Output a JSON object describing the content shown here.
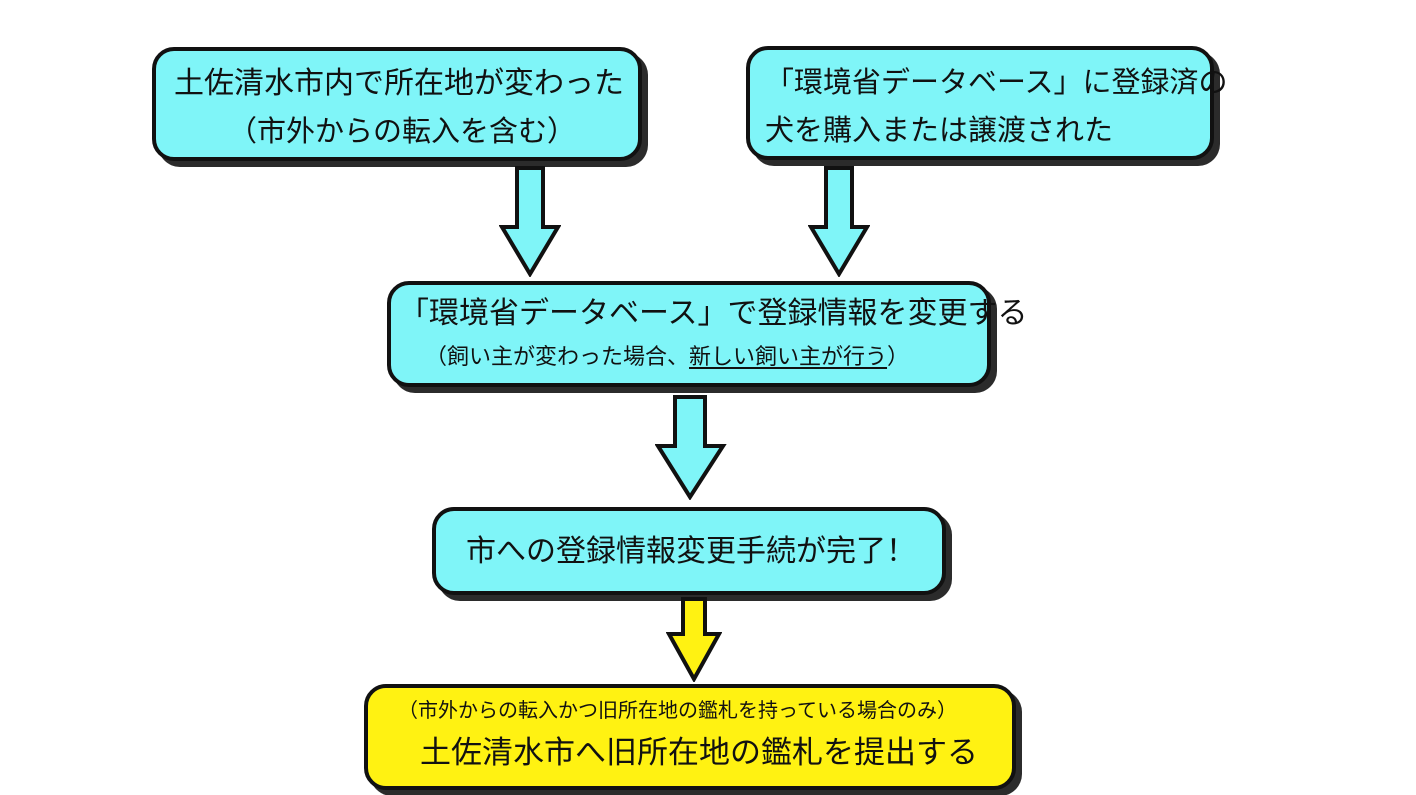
{
  "colors": {
    "box_fill_primary": "#7ff5f8",
    "box_fill_final": "#fff212",
    "border": "#111111",
    "shadow": "#2b2b2b"
  },
  "boxes": {
    "moved_in_city": {
      "line1": "土佐清水市内で所在地が変わった",
      "line2": "（市外からの転入を含む）"
    },
    "purchased_dog": {
      "line1": "「環境省データベース」に登録済の",
      "line2": "犬を購入または譲渡された"
    },
    "update_database": {
      "line1": "「環境省データベース」で登録情報を変更する",
      "line2_prefix": "（飼い主が変わった場合、",
      "line2_underlined": "新しい飼い主が行う",
      "line2_suffix": "）"
    },
    "completed": {
      "line1": "市への登録情報変更手続が完了！"
    },
    "submit_tag": {
      "line1": "（市外からの転入かつ旧所在地の鑑札を持っている場合のみ）",
      "line2": "土佐清水市へ旧所在地の鑑札を提出する"
    }
  },
  "arrows": [
    {
      "from": "moved_in_city",
      "to": "update_database",
      "color": "#7ff5f8"
    },
    {
      "from": "purchased_dog",
      "to": "update_database",
      "color": "#7ff5f8"
    },
    {
      "from": "update_database",
      "to": "completed",
      "color": "#7ff5f8"
    },
    {
      "from": "completed",
      "to": "submit_tag",
      "color": "#fff212"
    }
  ]
}
